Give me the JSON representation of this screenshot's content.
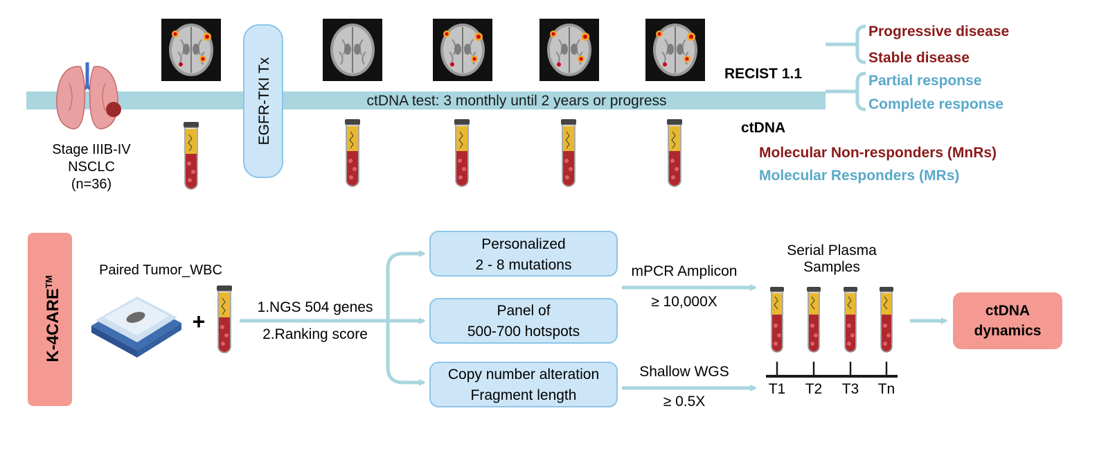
{
  "timeline": {
    "cohort": [
      "Stage IIIB-IV",
      "NSCLC",
      "(n=36)"
    ],
    "treatment_label": "EGFR-TKI Tx",
    "bar_text": "ctDNA test: 3 monthly until 2 years or progress"
  },
  "outcomes": {
    "recist_heading": "RECIST 1.1",
    "recist_nonresponse": [
      "Progressive disease",
      "Stable disease"
    ],
    "recist_response": [
      "Partial response",
      "Complete response"
    ],
    "ctdna_heading": "ctDNA",
    "ctdna_nonresponders": "Molecular Non-responders (MnRs)",
    "ctdna_responders": "Molecular Responders (MRs)"
  },
  "workflow": {
    "brand": "K-4CARE",
    "brand_tm": "TM",
    "paired_label": "Paired Tumor_WBC",
    "plus": "+",
    "steps": [
      "1.NGS 504 genes",
      "2.Ranking score"
    ],
    "box_personalized": [
      "Personalized",
      "2 - 8 mutations"
    ],
    "box_panel": [
      "Panel of",
      "500-700 hotspots"
    ],
    "box_cna": [
      "Copy number alteration",
      "Fragment length"
    ],
    "mpcr_label": "mPCR Amplicon",
    "mpcr_depth": "≥ 10,000X",
    "swgs_label": "Shallow WGS",
    "swgs_depth": "≥ 0.5X",
    "serial_label": [
      "Serial Plasma",
      "Samples"
    ],
    "timepoints": [
      "T1",
      "T2",
      "T3",
      "Tn"
    ],
    "result_box": [
      "ctDNA",
      "dynamics"
    ]
  },
  "colors": {
    "bar": "#a9d6df",
    "non_response": "#8b1a1a",
    "response": "#5aa9c9",
    "box_fill": "#cde6f7",
    "box_stroke": "#8ec5e8",
    "brand_fill": "#f49a92",
    "blood": "#b0282e",
    "plasma": "#e8b830"
  }
}
